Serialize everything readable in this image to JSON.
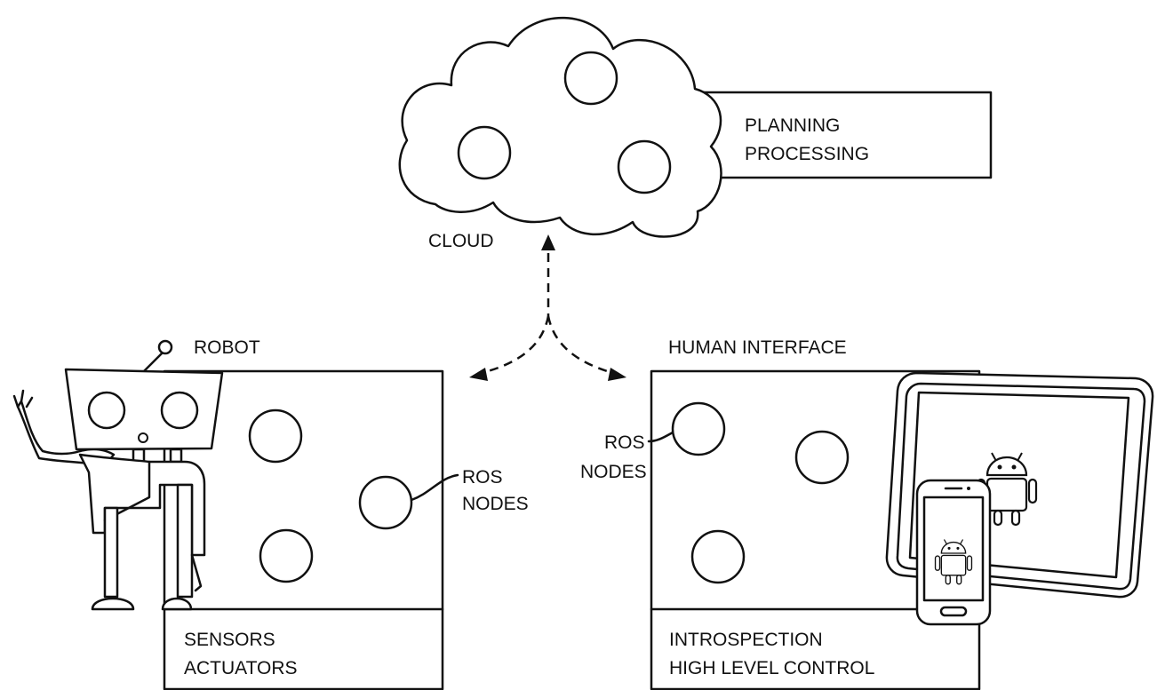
{
  "cloud": {
    "label": "CLOUD",
    "box_line1": "PLANNING",
    "box_line2": "PROCESSING"
  },
  "robot": {
    "label": "ROBOT",
    "ros_line1": "ROS",
    "ros_line2": "NODES",
    "box_line1": "SENSORS",
    "box_line2": "ACTUATORS"
  },
  "human_interface": {
    "label": "HUMAN INTERFACE",
    "ros_line1": "ROS",
    "ros_line2": "NODES",
    "box_line1": "INTROSPECTION",
    "box_line2": "HIGH LEVEL CONTROL"
  },
  "icons": [
    "cloud-icon",
    "robot-icon",
    "tablet-icon",
    "phone-icon",
    "android-icon"
  ],
  "colors": {
    "line": "#111111",
    "background": "#ffffff"
  }
}
